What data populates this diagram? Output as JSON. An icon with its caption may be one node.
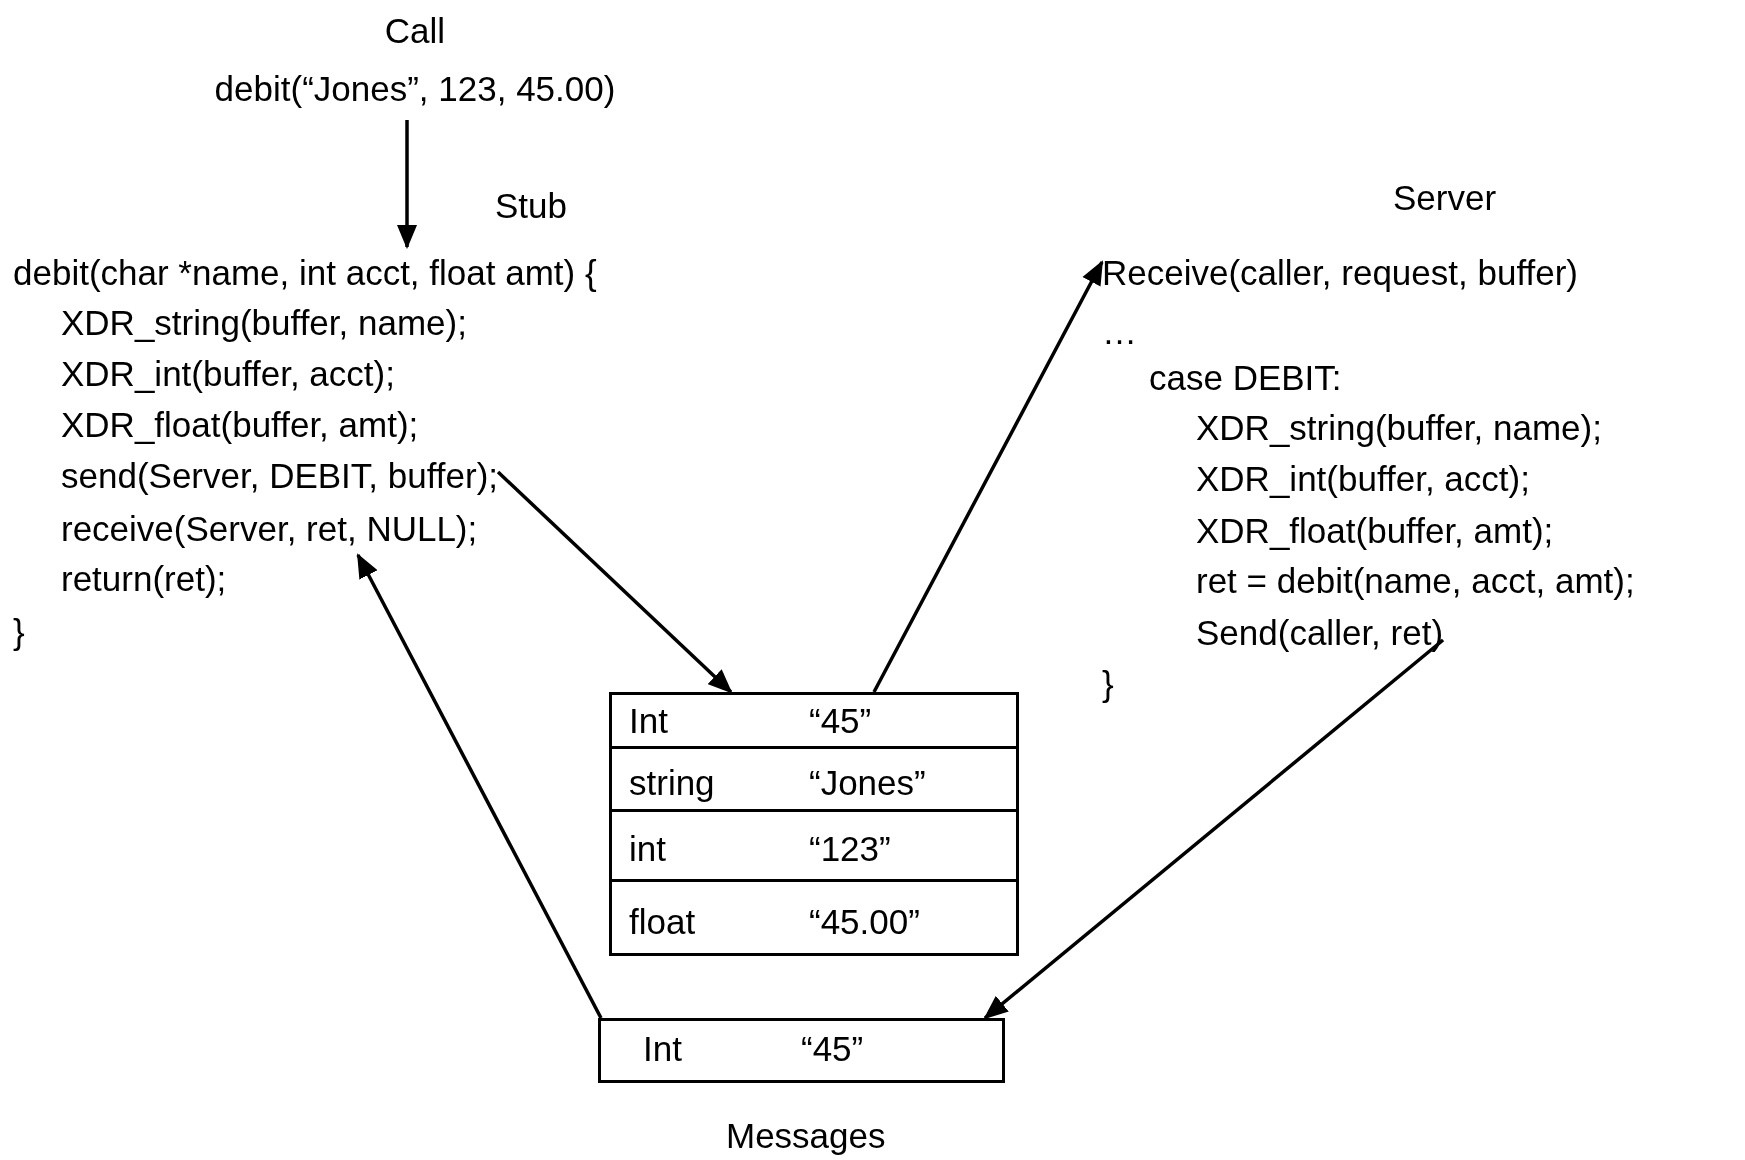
{
  "diagram": {
    "nodes": [
      {
        "text": [
          "Call",
          "debit(“Jones”, 123, 45.00)"
        ]
      },
      {
        "text": [
          "Stub"
        ]
      },
      {
        "text": [
          "debit(char *name, int acct, float amt) {"
        ],
        "in": 1
      },
      {
        "text": [
          "XDR_string(buffer, name);"
        ],
        "in": 1
      },
      {
        "text": [
          "XDR_int(buffer, acct);"
        ],
        "in": 1
      },
      {
        "text": [
          "XDR_float(buffer, amt);"
        ],
        "in": 1
      },
      {
        "text": [
          "send(Server, DEBIT, buffer);"
        ],
        "in": 1
      },
      {
        "text": [
          "receive(Server, ret, NULL);"
        ],
        "in": 1
      },
      {
        "text": [
          "return(ret);"
        ],
        "in": 1
      },
      {
        "text": [
          "}"
        ],
        "in": 1
      },
      {
        "text": [
          "Server"
        ]
      },
      {
        "text": [
          "Receive(caller, request, buffer)"
        ],
        "in": 10
      },
      {
        "text": [
          "…"
        ],
        "in": 10
      },
      {
        "text": [
          "case DEBIT:"
        ],
        "in": 10
      },
      {
        "text": [
          "XDR_string(buffer, name);"
        ],
        "in": 10
      },
      {
        "text": [
          "XDR_int(buffer, acct);"
        ],
        "in": 10
      },
      {
        "text": [
          "XDR_float(buffer, amt);"
        ],
        "in": 10
      },
      {
        "text": [
          "ret = debit(name, acct, amt);"
        ],
        "in": 10
      },
      {
        "text": [
          "Send(caller, ret)"
        ],
        "in": 10
      },
      {
        "text": [
          "}"
        ],
        "in": 10
      },
      {
        "text": [],
        "shape": "box"
      },
      {
        "text": [
          "Int",
          "“45”"
        ],
        "in": 20
      },
      {
        "text": [
          "string",
          "“Jones”"
        ],
        "in": 20
      },
      {
        "text": [
          "int",
          "“123”"
        ],
        "in": 20
      },
      {
        "text": [
          "float",
          "“45.00”"
        ],
        "in": 20
      },
      {
        "text": [
          "Int",
          "“45”"
        ]
      }
    ],
    "edges": [
      {
        "from": 0,
        "to": 2,
        "arrow": "to"
      },
      {
        "from": 6,
        "to": 20,
        "arrow": "to"
      },
      {
        "from": 21,
        "to": 11,
        "arrow": "to"
      },
      {
        "from": 18,
        "to": 25,
        "arrow": "to"
      },
      {
        "from": 25,
        "to": 7,
        "arrow": "to"
      }
    ],
    "labels": [
      "Messages"
    ]
  }
}
